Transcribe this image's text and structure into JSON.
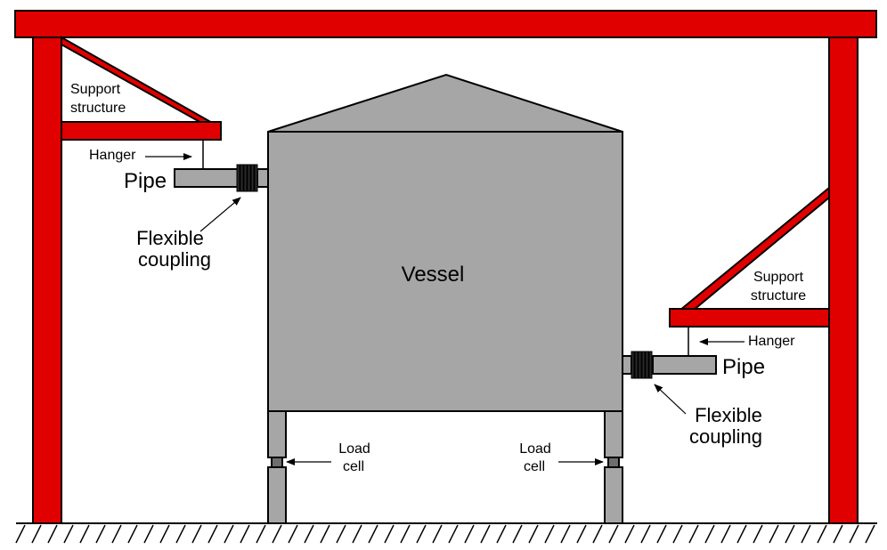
{
  "colors": {
    "structure": "#e00000",
    "vessel": "#a6a6a6",
    "outline": "#000000",
    "background": "#ffffff"
  },
  "labels": {
    "vessel": "Vessel",
    "left_support_line1": "Support",
    "left_support_line2": "structure",
    "right_support_line1": "Support",
    "right_support_line2": "structure",
    "left_hanger": "Hanger",
    "right_hanger": "Hanger",
    "left_pipe": "Pipe",
    "right_pipe": "Pipe",
    "left_coupling_line1": "Flexible",
    "left_coupling_line2": "coupling",
    "right_coupling_line1": "Flexible",
    "right_coupling_line2": "coupling",
    "left_loadcell_line1": "Load",
    "left_loadcell_line2": "cell",
    "right_loadcell_line1": "Load",
    "right_loadcell_line2": "cell"
  }
}
